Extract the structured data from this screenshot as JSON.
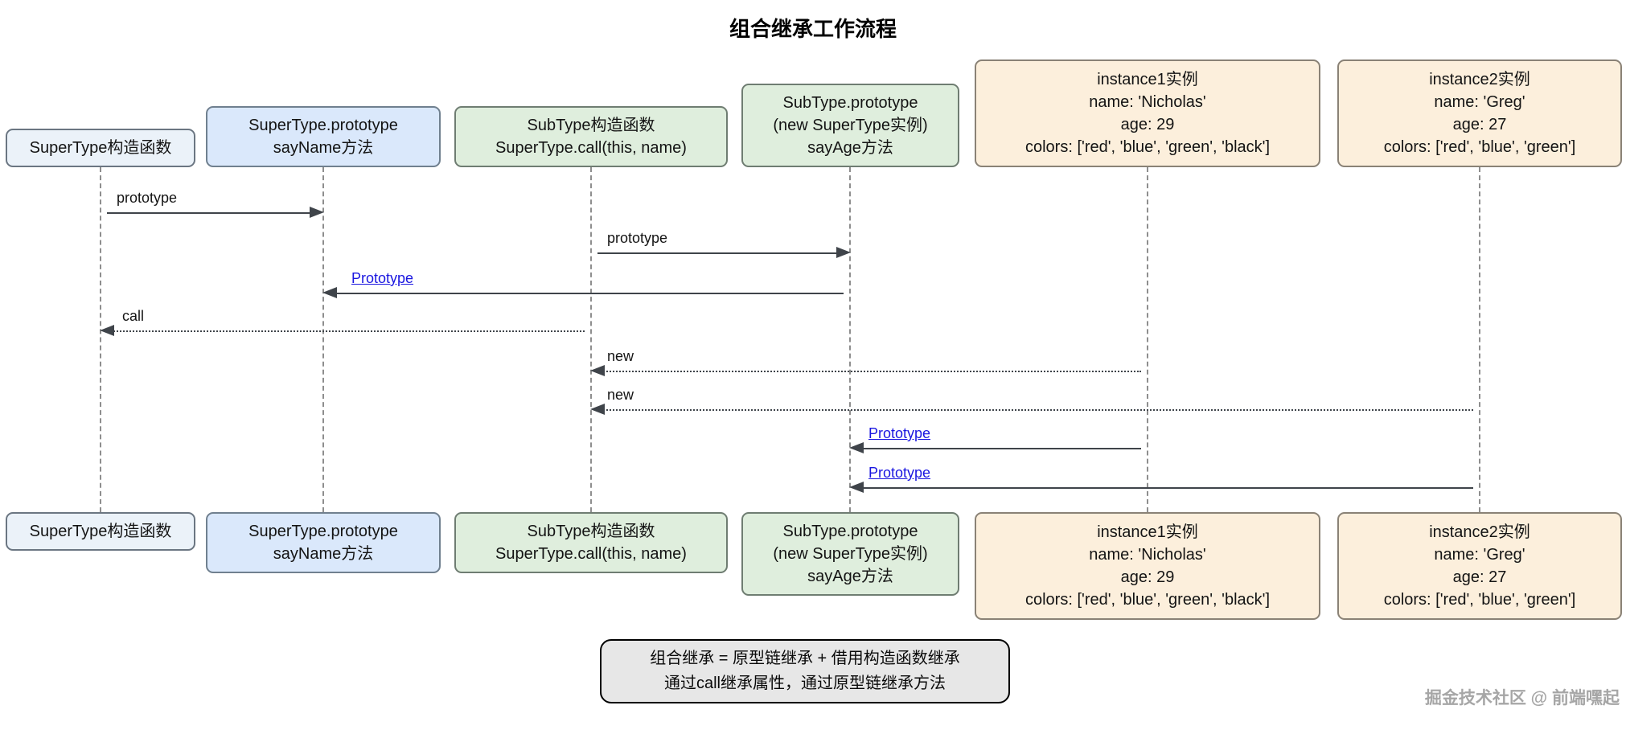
{
  "title": "组合继承工作流程",
  "participants": [
    {
      "id": "supertype-constructor",
      "text": "SuperType构造函数",
      "fill": "#ebf2f9"
    },
    {
      "id": "supertype-prototype",
      "text": "SuperType.prototype\nsayName方法",
      "fill": "#dae8fb"
    },
    {
      "id": "subtype-constructor",
      "text": "SubType构造函数\nSuperType.call(this, name)",
      "fill": "#dfeedd"
    },
    {
      "id": "subtype-prototype",
      "text": "SubType.prototype\n(new SuperType实例)\nsayAge方法",
      "fill": "#dfeedd"
    },
    {
      "id": "instance1",
      "text": "instance1实例\nname: 'Nicholas'\nage: 29\ncolors: ['red', 'blue', 'green', 'black']",
      "fill": "#fcefdc"
    },
    {
      "id": "instance2",
      "text": "instance2实例\nname: 'Greg'\nage: 27\ncolors: ['red', 'blue', 'green']",
      "fill": "#fcefdc"
    }
  ],
  "messages": [
    {
      "label": "prototype",
      "from": "supertype-constructor",
      "to": "supertype-prototype",
      "line": "solid",
      "is_link": false
    },
    {
      "label": "prototype",
      "from": "subtype-constructor",
      "to": "subtype-prototype",
      "line": "solid",
      "is_link": false
    },
    {
      "label": "Prototype",
      "from": "subtype-prototype",
      "to": "supertype-prototype",
      "line": "solid",
      "is_link": true
    },
    {
      "label": "call",
      "from": "subtype-constructor",
      "to": "supertype-constructor",
      "line": "dotted",
      "is_link": false
    },
    {
      "label": "new",
      "from": "instance1",
      "to": "subtype-constructor",
      "line": "dotted",
      "is_link": false
    },
    {
      "label": "new",
      "from": "instance2",
      "to": "subtype-constructor",
      "line": "dotted",
      "is_link": false
    },
    {
      "label": "Prototype",
      "from": "instance1",
      "to": "subtype-prototype",
      "line": "solid",
      "is_link": true
    },
    {
      "label": "Prototype",
      "from": "instance2",
      "to": "subtype-prototype",
      "line": "solid",
      "is_link": true
    }
  ],
  "note": {
    "text": "组合继承 = 原型链继承 + 借用构造函数继承\n通过call继承属性，通过原型链继承方法"
  },
  "watermark": "掘金技术社区 @ 前端嘿起",
  "colors": {
    "pale_blue_box": "#ebf2f9",
    "blue_box": "#dae8fb",
    "green_box": "#dfeedd",
    "cream_box": "#fcefdc",
    "note_box": "#e7e7e7",
    "link_text": "#1a16e0",
    "arrow": "#3f444a",
    "lifeline": "#8e8e8e"
  }
}
